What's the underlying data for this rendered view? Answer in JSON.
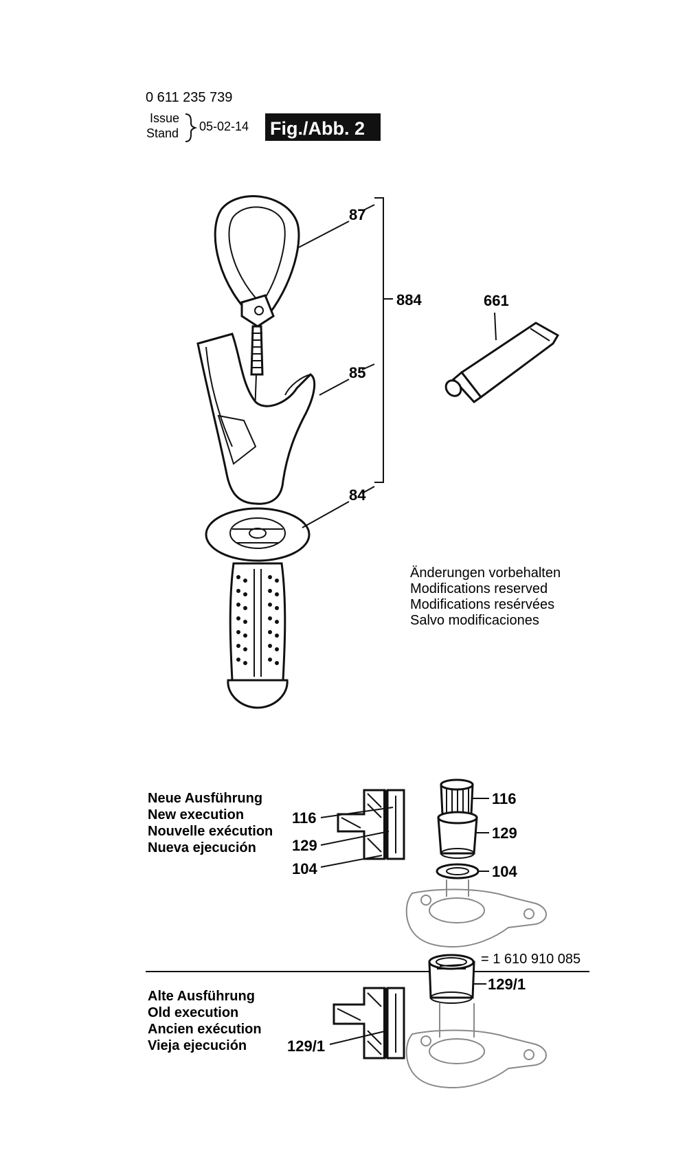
{
  "header": {
    "part_number": "0 611 235 739",
    "issue_label": "Issue",
    "stand_label": "Stand",
    "date": "05-02-14",
    "figure_label": "Fig./Abb. 2"
  },
  "callouts": {
    "c87": "87",
    "c884": "884",
    "c85": "85",
    "c84": "84",
    "c661": "661"
  },
  "notice": {
    "de": "Änderungen vorbehalten",
    "en": "Modifications reserved",
    "fr": "Modifications resérvées",
    "es": "Salvo modificaciones"
  },
  "new_execution": {
    "de": "Neue Ausführung",
    "en": "New execution",
    "fr": "Nouvelle exécution",
    "es": "Nueva ejecución",
    "left_116": "116",
    "left_129": "129",
    "left_104": "104",
    "right_116": "116",
    "right_129": "129",
    "right_104": "104"
  },
  "old_execution": {
    "de": "Alte Ausführung",
    "en": "Old execution",
    "fr": "Ancien exécution",
    "es": "Vieja ejecución",
    "left_129_1": "129/1",
    "right_129_1": "129/1",
    "equivalent": "= 1 610 910 085"
  }
}
